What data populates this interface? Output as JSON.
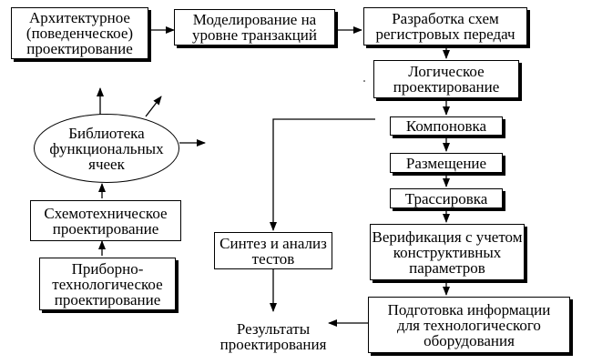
{
  "blocks": {
    "architectural": [
      "Архитектурное",
      "(поведенческое)",
      "проектирование"
    ],
    "transaction": [
      "Моделирование на",
      "уровне транзакций"
    ],
    "rtl": [
      "Разработка схем",
      "регистровых передач"
    ],
    "logic": [
      "Логическое",
      "проектирование"
    ],
    "layout": [
      "Компоновка"
    ],
    "placement": [
      "Размещение"
    ],
    "routing": [
      "Трассировка"
    ],
    "verification": [
      "Верификация с учетом",
      "конструктивных",
      "параметров"
    ],
    "preparation": [
      "Подготовка информации",
      "для технологического",
      "оборудования"
    ],
    "test_synthesis": [
      "Синтез и анализ",
      "тестов"
    ],
    "results": [
      "Результаты",
      "проектирования"
    ],
    "library": [
      "Библиотека",
      "функциональных",
      "ячеек"
    ],
    "circuit": [
      "Схемотехническое",
      "проектирование"
    ],
    "device": [
      "Приборно-",
      "технологическое",
      "проектирование"
    ]
  }
}
